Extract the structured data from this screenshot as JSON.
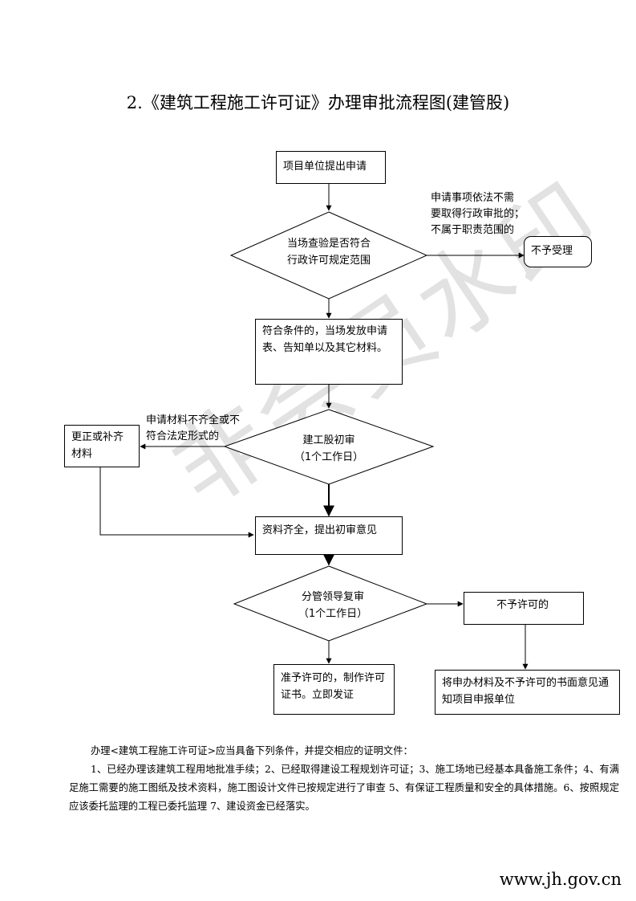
{
  "title": "2.《建筑工程施工许可证》办理审批流程图(建管股)",
  "watermark": "非会员水印",
  "nodes": {
    "apply": "项目单位提出申请",
    "check_line1": "当场查验是否符合",
    "check_line2": "行政许可规定范围",
    "reject": "不予受理",
    "issue_forms": "符合条件的，当场发放申请表、告知单以及其它材料。",
    "correct": "更正或补齐材料",
    "initial_review_line1": "建工股初审",
    "initial_review_line2": "（1个工作日）",
    "complete": "资料齐全，提出初审意见",
    "second_review_line1": "分管领导复审",
    "second_review_line2": "（1个工作日）",
    "not_permit": "不予许可的",
    "permit": "准予许可的，制作许可证书。立即发证",
    "notify": "将申办材料及不予许可的书面意见通知项目申报单位"
  },
  "edge_labels": {
    "out_of_scope": [
      "申请事项依法不需",
      "要取得行政审批的；",
      "不属于职责范围的"
    ],
    "incomplete": [
      "申请材料不齐全或不",
      "符合法定形式的"
    ]
  },
  "notes": {
    "intro": "办理<建筑工程施工许可证>应当具备下列条件，并提交相应的证明文件：",
    "conditions": "1、已经办理该建筑工程用地批准手续；2、已经取得建设工程规划许可证；3、施工场地已经基本具备施工条件；4、有满足施工需要的施工图纸及技术资料，施工图设计文件已按规定进行了审查 5、有保证工程质量和安全的具体措施。6、按照规定应该委托监理的工程已委托监理 7、建设资金已经落实。"
  },
  "footer": "www.jh.gov.cn"
}
